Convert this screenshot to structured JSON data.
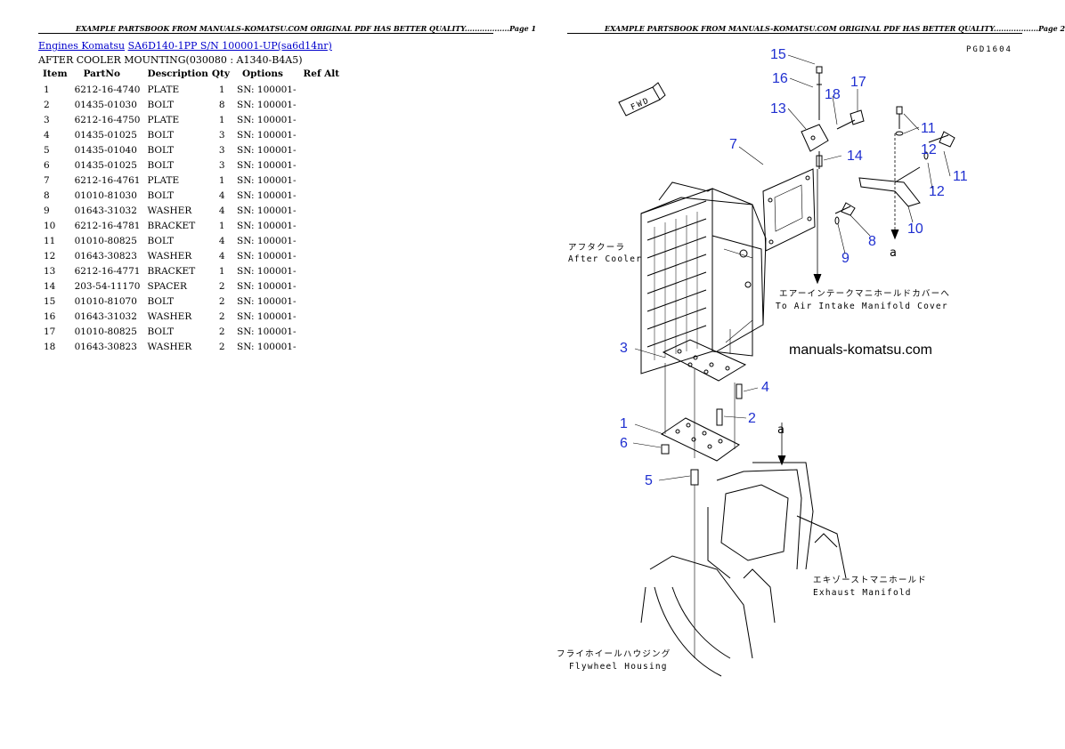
{
  "page1": {
    "header": "EXAMPLE PARTSBOOK FROM MANUALS-KOMATSU.COM ORIGINAL PDF HAS BETTER QUALITY..................Page 1",
    "breadcrumb": {
      "link1": "Engines Komatsu",
      "link2": "SA6D140-1PP S/N 100001-UP(sa6d14nr)"
    },
    "section_title": "AFTER COOLER MOUNTING(030080 : A1340-B4A5)",
    "table": {
      "headers": [
        "Item",
        "PartNo",
        "Description",
        "Qty",
        "Options",
        "Ref Alt"
      ],
      "rows": [
        [
          "1",
          "6212-16-4740",
          "PLATE",
          "1",
          "SN: 100001-",
          ""
        ],
        [
          "2",
          "01435-01030",
          "BOLT",
          "8",
          "SN: 100001-",
          ""
        ],
        [
          "3",
          "6212-16-4750",
          "PLATE",
          "1",
          "SN: 100001-",
          ""
        ],
        [
          "4",
          "01435-01025",
          "BOLT",
          "3",
          "SN: 100001-",
          ""
        ],
        [
          "5",
          "01435-01040",
          "BOLT",
          "3",
          "SN: 100001-",
          ""
        ],
        [
          "6",
          "01435-01025",
          "BOLT",
          "3",
          "SN: 100001-",
          ""
        ],
        [
          "7",
          "6212-16-4761",
          "PLATE",
          "1",
          "SN: 100001-",
          ""
        ],
        [
          "8",
          "01010-81030",
          "BOLT",
          "4",
          "SN: 100001-",
          ""
        ],
        [
          "9",
          "01643-31032",
          "WASHER",
          "4",
          "SN: 100001-",
          ""
        ],
        [
          "10",
          "6212-16-4781",
          "BRACKET",
          "1",
          "SN: 100001-",
          ""
        ],
        [
          "11",
          "01010-80825",
          "BOLT",
          "4",
          "SN: 100001-",
          ""
        ],
        [
          "12",
          "01643-30823",
          "WASHER",
          "4",
          "SN: 100001-",
          ""
        ],
        [
          "13",
          "6212-16-4771",
          "BRACKET",
          "1",
          "SN: 100001-",
          ""
        ],
        [
          "14",
          "203-54-11170",
          "SPACER",
          "2",
          "SN: 100001-",
          ""
        ],
        [
          "15",
          "01010-81070",
          "BOLT",
          "2",
          "SN: 100001-",
          ""
        ],
        [
          "16",
          "01643-31032",
          "WASHER",
          "2",
          "SN: 100001-",
          ""
        ],
        [
          "17",
          "01010-80825",
          "BOLT",
          "2",
          "SN: 100001-",
          ""
        ],
        [
          "18",
          "01643-30823",
          "WASHER",
          "2",
          "SN: 100001-",
          ""
        ]
      ]
    }
  },
  "page2": {
    "header": "EXAMPLE PARTSBOOK FROM MANUALS-KOMATSU.COM ORIGINAL PDF HAS BETTER QUALITY..................Page 2",
    "drawing_code": "PGD1604",
    "watermark": "manuals-komatsu.com",
    "fwd_label": "FWD",
    "labels": {
      "after_cooler_jp": "アフタクーラ",
      "after_cooler_en": "After Cooler",
      "intake_jp": "エアーインテークマニホールドカバーへ",
      "intake_en": "To Air Intake Manifold Cover",
      "exhaust_jp": "エキゾーストマニホールド",
      "exhaust_en": "Exhaust Manifold",
      "flywheel_jp": "フライホイールハウジング",
      "flywheel_en": "Flywheel Housing",
      "ref_a_top": "a",
      "ref_a_bottom": "a"
    },
    "callouts": {
      "c15": "15",
      "c16": "16",
      "c18": "18",
      "c17": "17",
      "c13": "13",
      "c7": "7",
      "c14": "14",
      "c11a": "11",
      "c12a": "12",
      "c11b": "11",
      "c12b": "12",
      "c10": "10",
      "c8": "8",
      "c9": "9",
      "c3": "3",
      "c4": "4",
      "c2": "2",
      "c1": "1",
      "c6": "6",
      "c5": "5"
    },
    "colors": {
      "callout": "#1f2fd0",
      "link": "#0000cc"
    }
  }
}
